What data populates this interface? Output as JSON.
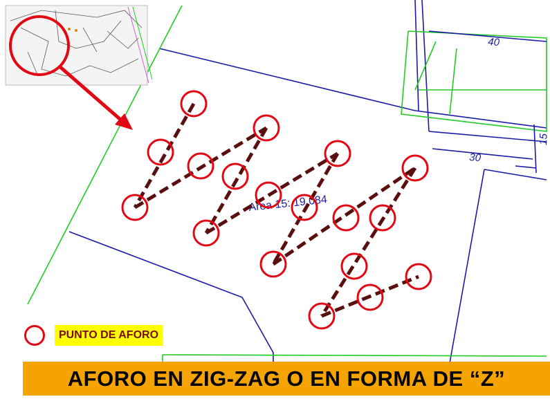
{
  "drawing": {
    "area_label": "Area 15: 19.084",
    "dim_top": "40",
    "dim_mid": "30",
    "dim_side": "15"
  },
  "legend": {
    "label": "PUNTO DE AFORO"
  },
  "banner": {
    "title": "AFORO EN ZIG-ZAG O EN FORMA DE “Z”"
  },
  "colors": {
    "point_circle": "#e30613",
    "zigzag_line": "#5a0f0f",
    "plan_lines": "#1a1aa8",
    "boundary": "#22cc22",
    "banner_bg": "#f5a300",
    "legend_bg": "#ffff00"
  }
}
